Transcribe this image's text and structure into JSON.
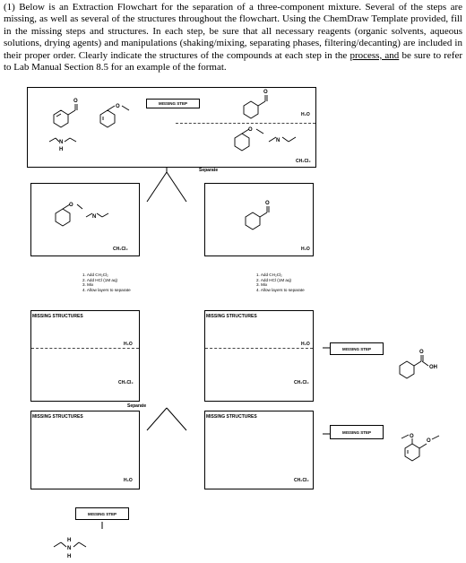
{
  "question": {
    "lead": "(1) Below is an Extraction Flowchart for the separation of a three-component mixture. Several of the steps are missing, as well as several of the structures throughout the flowchart. Using the ChemDraw Template provided, fill in the missing steps and structures. In each step, be sure that all necessary reagents (organic solvents, aqueous solutions, drying agents) and manipulations (shaking/mixing, separating phases, filtering/decanting) are included in their proper order. Clearly indicate the structures of the compounds at each step in the ",
    "underlined": "process, and",
    "tail": " be sure to refer to Lab Manual Section 8.5 for an example of the format."
  },
  "flow": {
    "missing_step_1": "MISSING STEP",
    "top_h2o": "H₂O",
    "top_ch2cl2": "CH₂Cl₂",
    "separate_1": "Separate",
    "left_ch2cl2": "CH₂Cl₂",
    "right_h2o": "H₂O",
    "left_steps": [
      "1. Add CH₂Cl₂",
      "2. Add HCl (1M aq)",
      "3. Mix",
      "4. Allow layers to separate"
    ],
    "right_steps": [
      "1. Add CH₂Cl₂",
      "2. Add HCl (1M aq)",
      "3. Mix",
      "4. Allow layers to separate"
    ],
    "missing_structures_l1": "MISSING STRUCTURES",
    "missing_structures_r1": "MISSING STRUCTURES",
    "l1_h2o": "H₂O",
    "l1_ch2cl2": "CH₂Cl₂",
    "r1_h2o": "H₂O",
    "r1_ch2cl2": "CH₂Cl₂",
    "missing_step_2": "MISSING STEP",
    "separate_2": "Separate",
    "missing_structures_l2": "MISSING STRUCTURES",
    "missing_structures_r2": "MISSING STRUCTURES",
    "l2_h2o": "H₂O",
    "r2_ch2cl2": "CH₂Cl₂",
    "missing_step_3": "MISSING STEP",
    "missing_step_4": "MISSING STEP",
    "atom_o": "O",
    "atom_n": "N",
    "atom_h": "H",
    "atom_oh": "OH"
  }
}
